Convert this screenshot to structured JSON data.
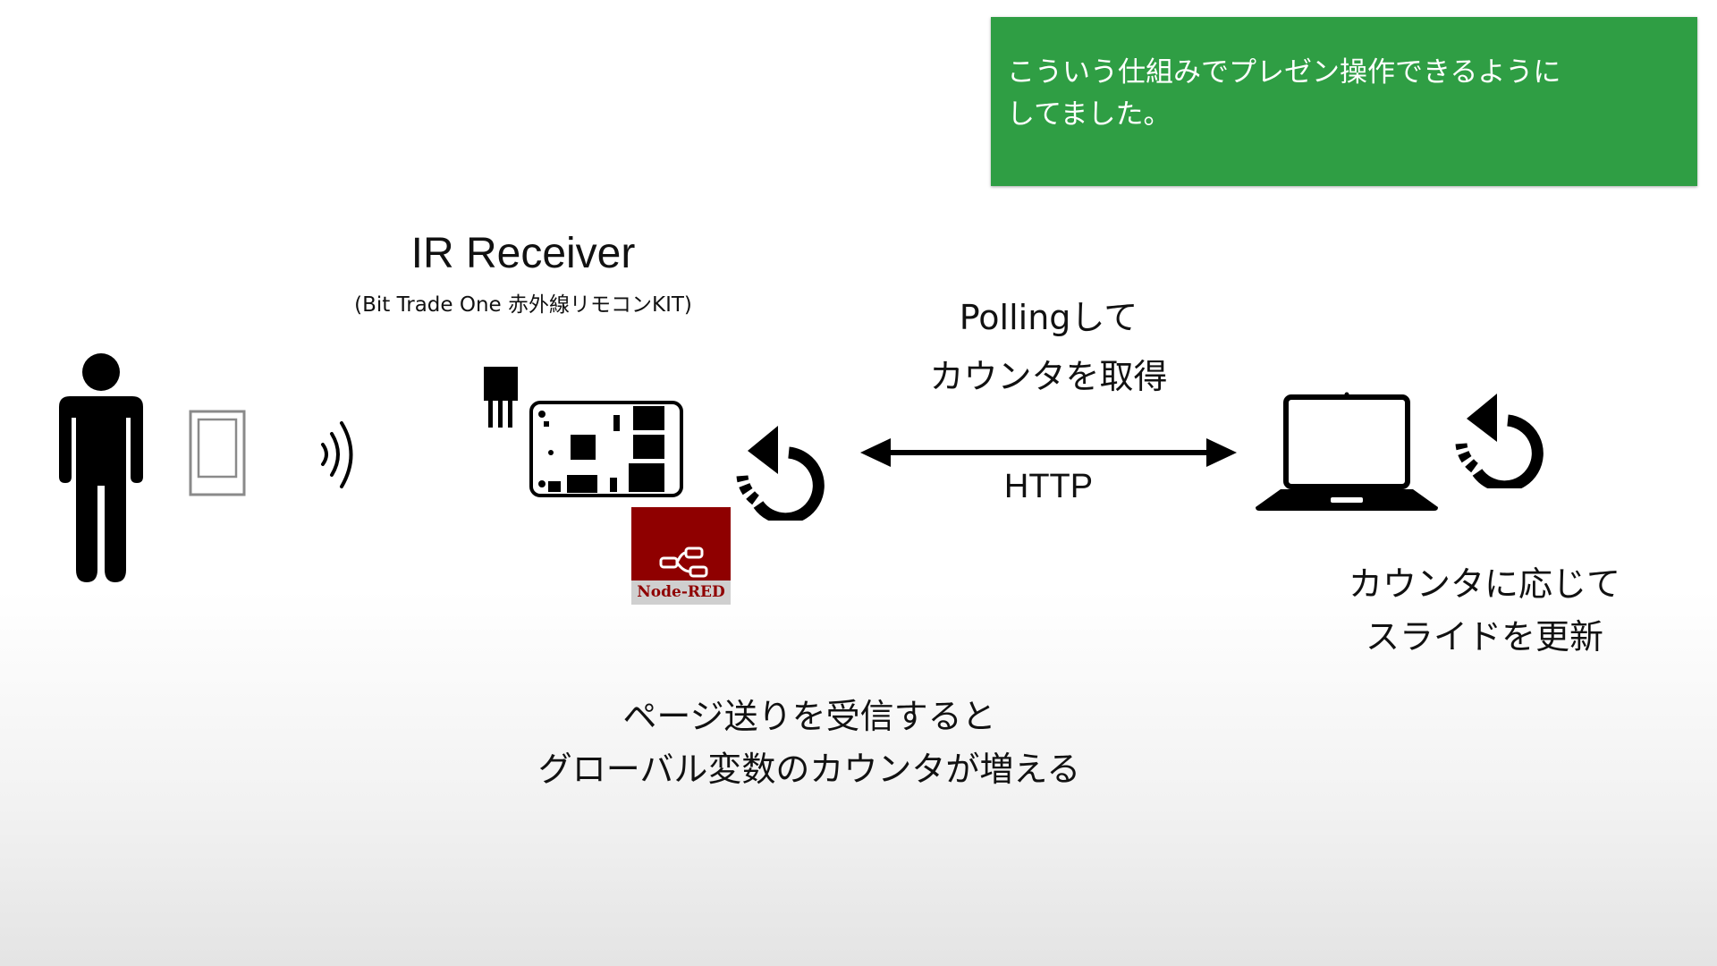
{
  "note": {
    "line1": "こういう仕組みでプレゼン操作できるように",
    "line2": "してました。"
  },
  "receiver": {
    "title": "IR Receiver",
    "subtitle": "(Bit Trade One 赤外線リモコンKIT)"
  },
  "polling": {
    "line1": "Pollingして",
    "line2": "カウンタを取得"
  },
  "protocol": "HTTP",
  "nodered_label": "Node-RED",
  "client": {
    "line1": "カウンタに応じて",
    "line2": "スライドを更新"
  },
  "server": {
    "line1": "ページ送りを受信すると",
    "line2": "グローバル変数のカウンタが増える"
  },
  "colors": {
    "note_bg": "#2f9e44",
    "nodered_bg": "#8f0000"
  }
}
